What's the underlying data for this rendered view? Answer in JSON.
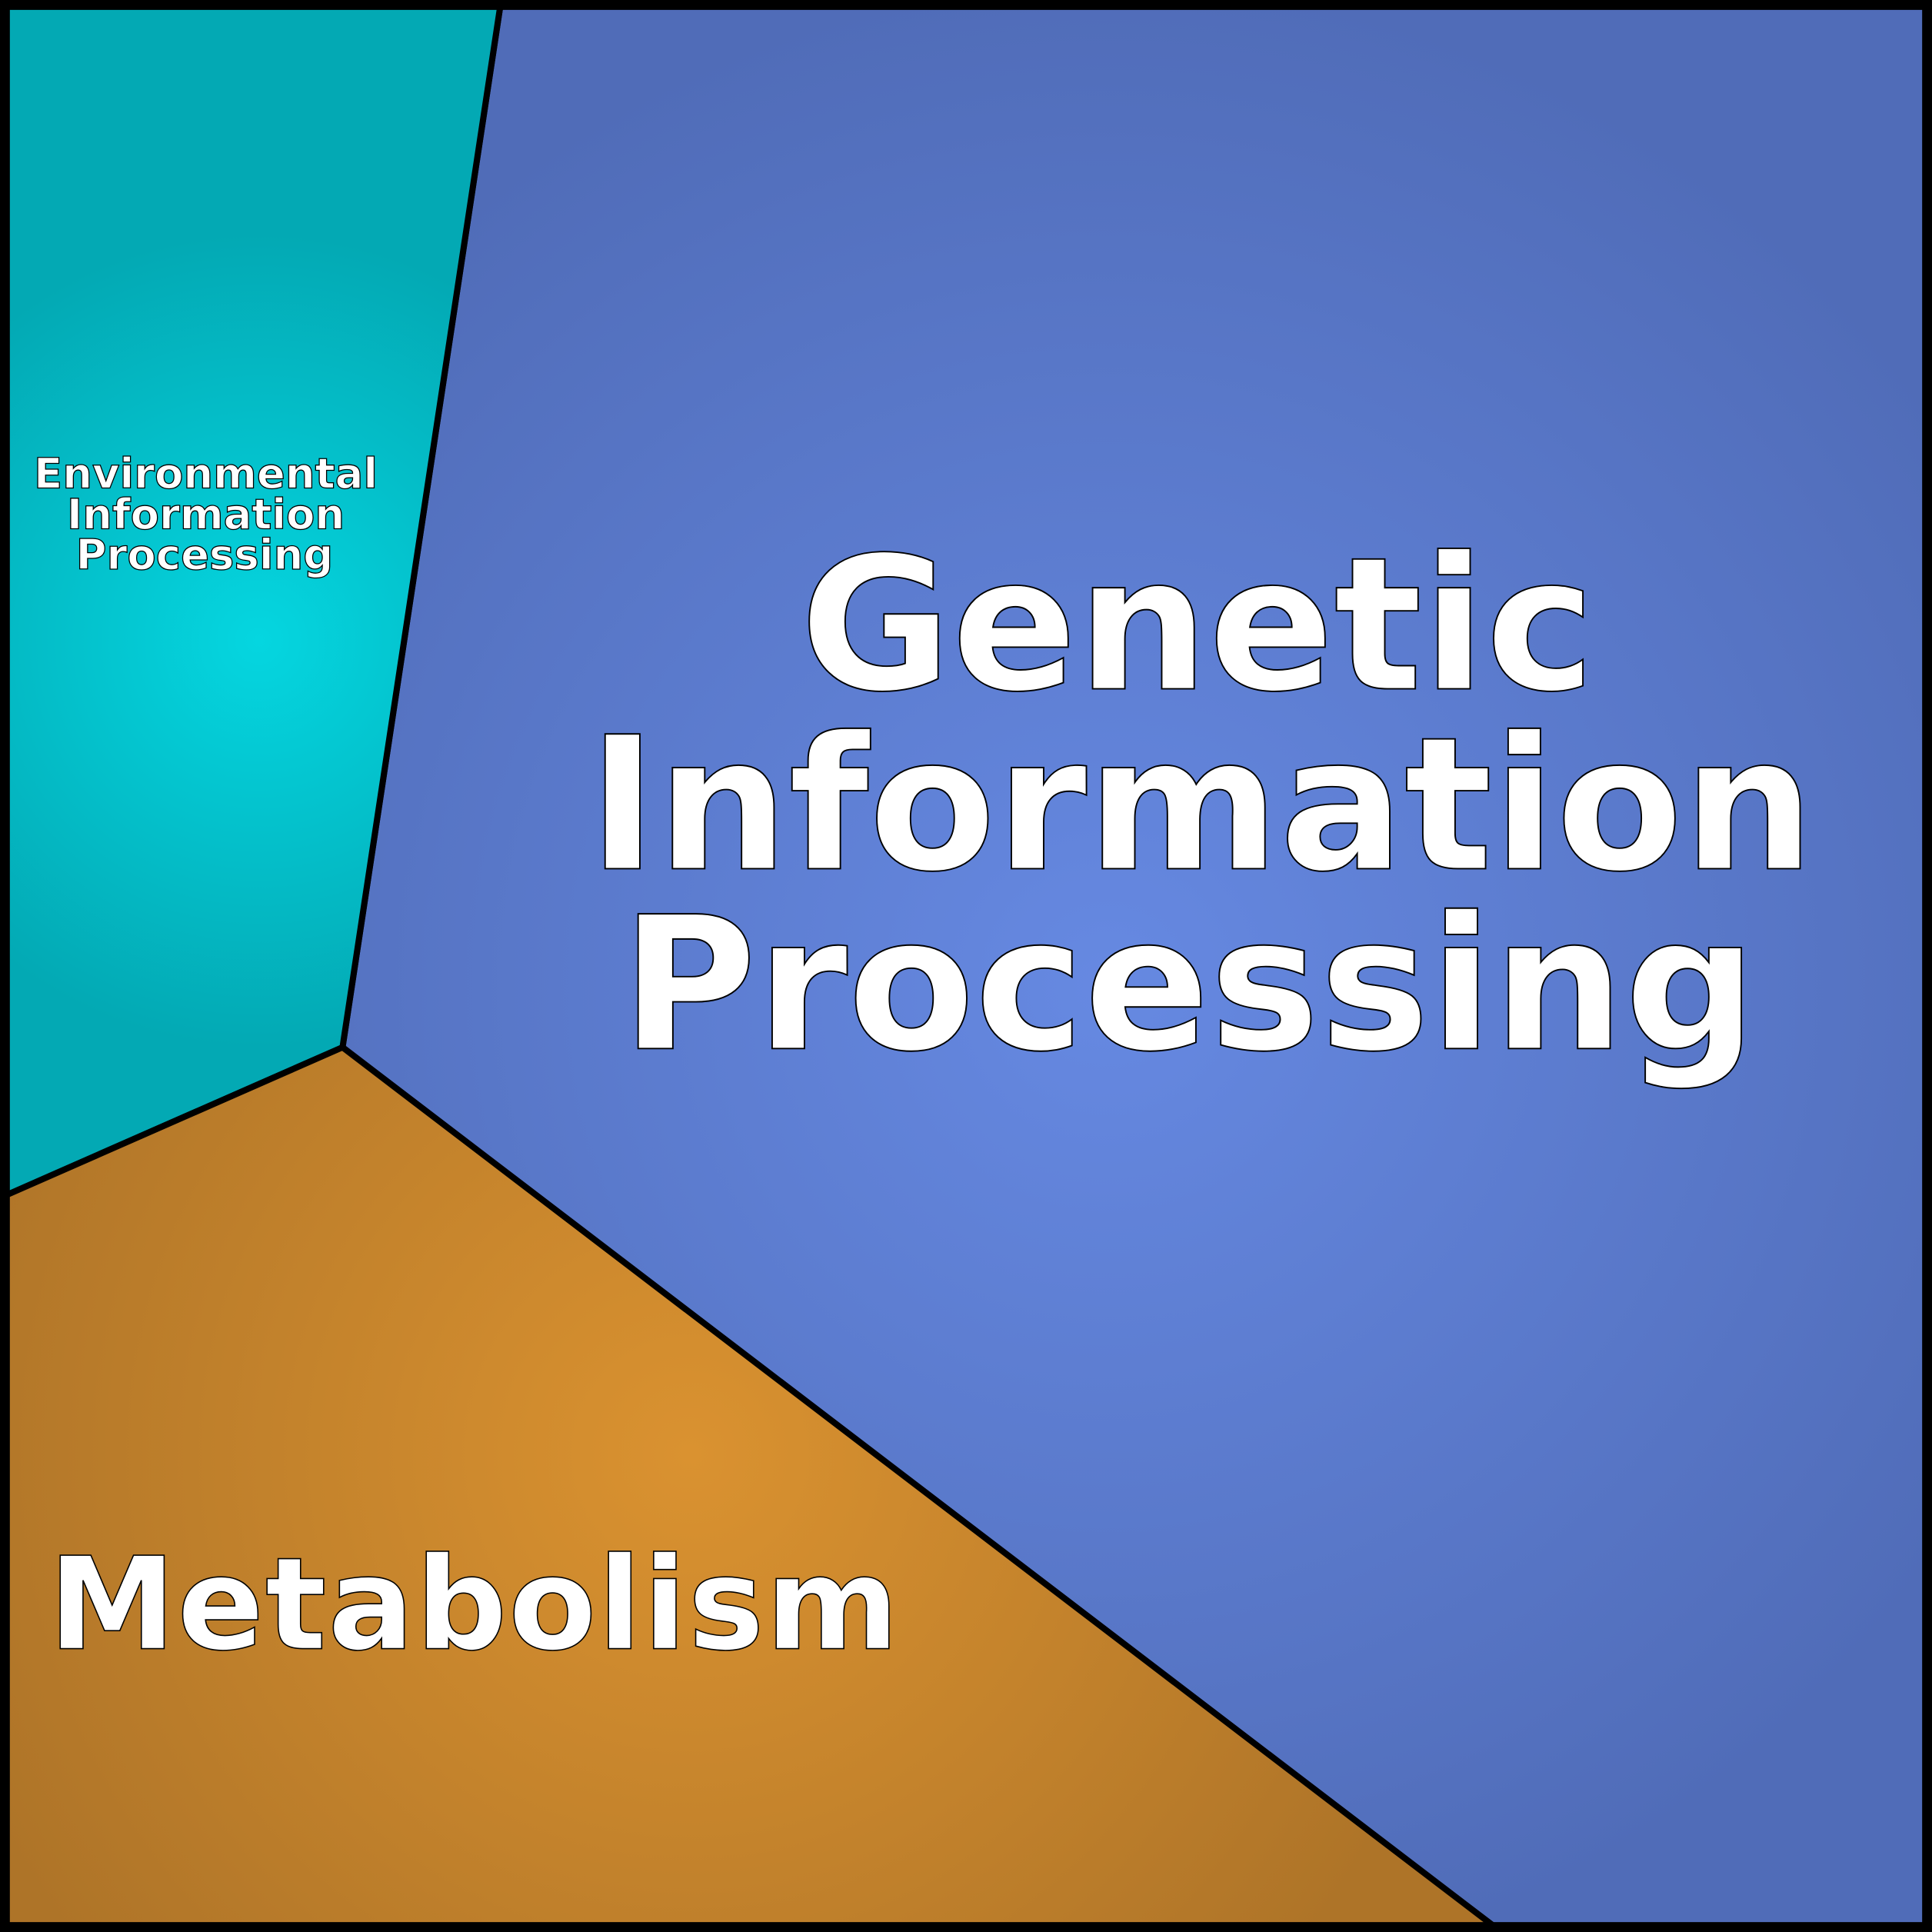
{
  "chart_data": {
    "type": "treemap",
    "subtype": "voronoi",
    "title": "",
    "cells": [
      {
        "label_lines": [
          "Environmental",
          "Information",
          "Processing"
        ],
        "label": "Environmental Information Processing",
        "share_approx": 12.4,
        "color_center": "#05d6e0",
        "color_edge": "#03a9b4"
      },
      {
        "label_lines": [
          "Genetic",
          "Information",
          "Processing"
        ],
        "label": "Genetic Information Processing",
        "share_approx": 66.6,
        "color_center": "#6689e2",
        "color_edge": "#506cb8"
      },
      {
        "label_lines": [
          "Metabolism"
        ],
        "label": "Metabolism",
        "share_approx": 21.0,
        "color_center": "#da9230",
        "color_edge": "#ae7428"
      }
    ]
  }
}
